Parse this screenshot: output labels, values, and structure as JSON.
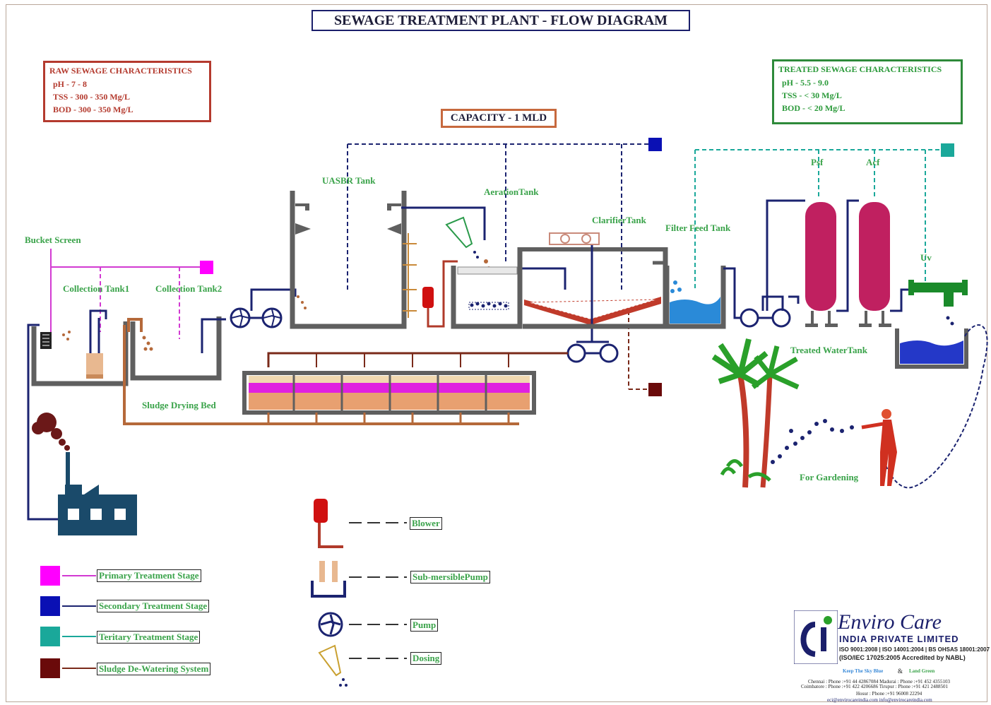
{
  "title": "SEWAGE TREATMENT PLANT  -  FLOW DIAGRAM",
  "capacity": "CAPACITY - 1 MLD",
  "raw_sewage": {
    "heading": "RAW SEWAGE CHARACTERISTICS",
    "lines": [
      "pH - 7 - 8",
      "TSS - 300 - 350 Mg/L",
      "BOD - 300 - 350 Mg/L"
    ]
  },
  "treated_sewage": {
    "heading": "TREATED SEWAGE CHARACTERISTICS",
    "lines": [
      "pH - 5.5 - 9.0",
      "TSS - < 30 Mg/L",
      "BOD - < 20 Mg/L"
    ]
  },
  "labels": {
    "bucket_screen": "Bucket Screen",
    "collection_tank1": "Collection Tank1",
    "collection_tank2": "Collection Tank2",
    "uasbr_tank": "UASBR Tank",
    "aeration_tank": "AerationTank",
    "clarifier_tank": "ClarifierTank",
    "filter_feed_tank": "Filter Feed Tank",
    "psf": "Psf",
    "acf": "Acf",
    "uv": "Uv",
    "treated_water_tank": "Treated WaterTank",
    "sludge_drying_bed": "Sludge Drying Bed",
    "for_gardening": "For Gardening"
  },
  "stage_legend": [
    {
      "label": "Primary Treatment Stage",
      "color": "#ff00ff"
    },
    {
      "label": "Secondary Treatment Stage",
      "color": "#0a10b4"
    },
    {
      "label": "Teritary Treatment Stage",
      "color": "#1aa89a"
    },
    {
      "label": "Sludge De-Watering System",
      "color": "#6a0a0a"
    }
  ],
  "equipment_legend": [
    {
      "label": "Blower",
      "icon": "blower-icon"
    },
    {
      "label": "Sub-mersiblePump",
      "icon": "submersible-pump-icon"
    },
    {
      "label": "Pump",
      "icon": "pump-icon"
    },
    {
      "label": "Dosing",
      "icon": "dosing-icon"
    }
  ],
  "logo": {
    "name": "Enviro Care",
    "subtitle": "INDIA PRIVATE LIMITED",
    "cert1": "ISO 9001:2008 | ISO 14001:2004 | BS OHSAS 18001:2007",
    "cert2": "(ISO/IEC 17025:2005 Accredited by NABL)",
    "tagline1": "Keep The Sky Blue",
    "tagline_amp": "&",
    "tagline2": "Land Green",
    "contact1": "Chennai :  Phone :+91 44 42867084   Madurai :  Phone :+91 452 4355103",
    "contact2": "Coimbatore :  Phone :+91 422 4206686   Tirupur :  Phone :+91 421 2488501",
    "contact3": "Hosur :  Phone :+91 96008 22294",
    "contact4": "eci@envirocareindia.com      info@envirocareindia.com"
  },
  "colors": {
    "primary_line": "#d23ad2",
    "secondary_line": "#0a10b4",
    "tertiary_line": "#1aa89a",
    "sludge_line": "#6a0a0a",
    "tank_wall": "#5f5f5f",
    "pipe_blue": "#1b2370",
    "pipe_brown": "#b5693a",
    "text_green": "#3aa34a"
  }
}
